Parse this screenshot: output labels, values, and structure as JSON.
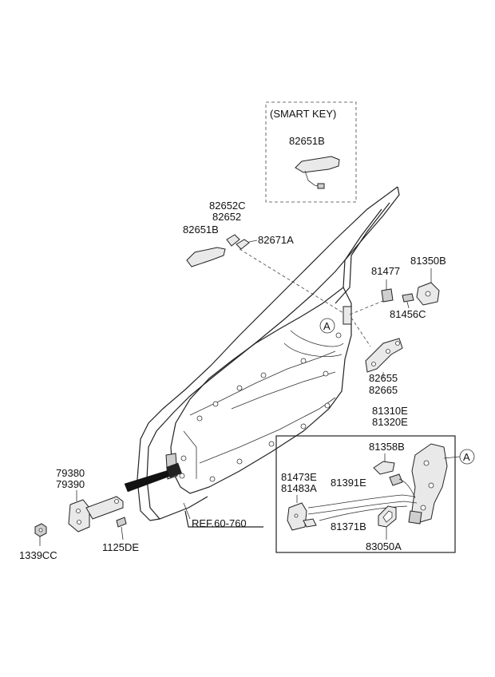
{
  "labels": {
    "smart_key": "(SMART KEY)",
    "p82651B_smart": "82651B",
    "p82652C": "82652C",
    "p82652": "82652",
    "p82651B": "82651B",
    "p82671A": "82671A",
    "p81477": "81477",
    "p81350B": "81350B",
    "p81456C": "81456C",
    "p82655": "82655",
    "p82665": "82665",
    "p81310E": "81310E",
    "p81320E": "81320E",
    "p81358B": "81358B",
    "p79380": "79380",
    "p79390": "79390",
    "p81473E": "81473E",
    "p81483A": "81483A",
    "p81391E": "81391E",
    "p81371B": "81371B",
    "p83050A": "83050A",
    "p1339CC": "1339CC",
    "p1125DE": "1125DE",
    "ref": "REF.60-760",
    "marker_a": "A"
  }
}
